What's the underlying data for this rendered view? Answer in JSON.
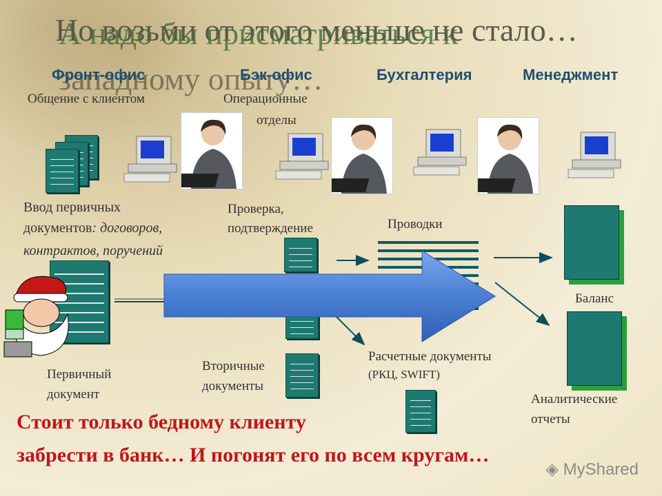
{
  "title_lines": {
    "line1": "Но возьми от этого меньше не стало…",
    "line2a": "А надо бы присматриваться к",
    "line2b": "западному опыту…"
  },
  "columns": {
    "front": "Фронт-офис",
    "back": "Бэк-офис",
    "accounting": "Бухгалтерия",
    "management": "Менеджмент"
  },
  "labels": {
    "client_comm": "Общение с клиентом",
    "operational_1": "Операционные",
    "operational_2": "отделы",
    "input_1": "Ввод первичных",
    "input_2a": "документов",
    "input_2b": ": договоров,",
    "input_3": "контрактов, поручений",
    "check_1": "Проверка,",
    "check_2": "подтверждение",
    "postings": "Проводки",
    "balance": "Баланс",
    "primary_1": "Первичный",
    "primary_2": "документ",
    "secondary_1": "Вторичные",
    "secondary_2": "документы",
    "settlement_1": "Расчетные документы",
    "settlement_2": "(РКЦ, SWIFT)",
    "analytic_1": "Аналитические",
    "analytic_2": "отчеты"
  },
  "bottom": {
    "line1": "Стоит только бедному клиенту",
    "line2": "забрести в банк…   И погонят его по всем кругам…"
  },
  "watermark": "MyShared",
  "colors": {
    "doc_teal": "#1e7a70",
    "box_shadow_green": "#2c9e3a",
    "header_blue": "#1f4e6f",
    "bottom_red": "#c0161b",
    "arrow_blue": "#4a7fd4"
  }
}
